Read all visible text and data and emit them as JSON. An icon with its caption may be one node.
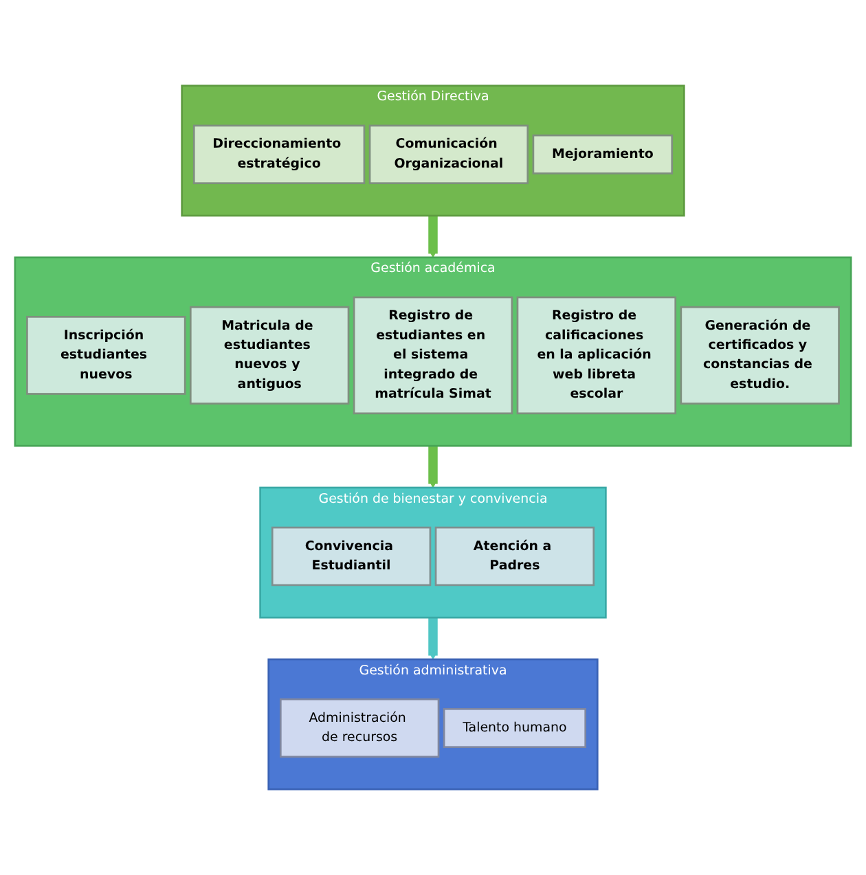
{
  "diagram": {
    "nodes": [
      {
        "text": [
          "Gestión Directiva"
        ]
      },
      {
        "text": [
          "Direccionamiento estratégico"
        ],
        "in": 0
      },
      {
        "text": [
          "Comunicación Organizacional"
        ],
        "in": 0
      },
      {
        "text": [
          "Mejoramiento"
        ],
        "in": 0
      },
      {
        "text": [
          "Gestión académica"
        ]
      },
      {
        "text": [
          "Inscripción estudiantes nuevos"
        ],
        "in": 4
      },
      {
        "text": [
          "Matricula de estudiantes nuevos y antiguos"
        ],
        "in": 4
      },
      {
        "text": [
          "Registro de estudiantes en el sistema integrado de matrícula Simat"
        ],
        "in": 4
      },
      {
        "text": [
          "Registro de calificaciones en la aplicación web libreta escolar"
        ],
        "in": 4
      },
      {
        "text": [
          "Generación de certificados y constancias de estudio."
        ],
        "in": 4
      },
      {
        "text": [
          "Gestión de bienestar y convivencia"
        ]
      },
      {
        "text": [
          "Convivencia Estudiantil"
        ],
        "in": 10
      },
      {
        "text": [
          "Atención a Padres"
        ],
        "in": 10
      },
      {
        "text": [
          "Gestión administrativa"
        ]
      },
      {
        "text": [
          "Administración de recursos"
        ],
        "in": 13
      },
      {
        "text": [
          "Talento humano"
        ],
        "in": 13
      }
    ],
    "edges": [
      {
        "from": 0,
        "to": 4,
        "arrow": "to"
      },
      {
        "from": 4,
        "to": 10,
        "arrow": "to"
      },
      {
        "from": 10,
        "to": 13,
        "arrow": "to",
        "color": "#4fc6c4"
      }
    ]
  }
}
